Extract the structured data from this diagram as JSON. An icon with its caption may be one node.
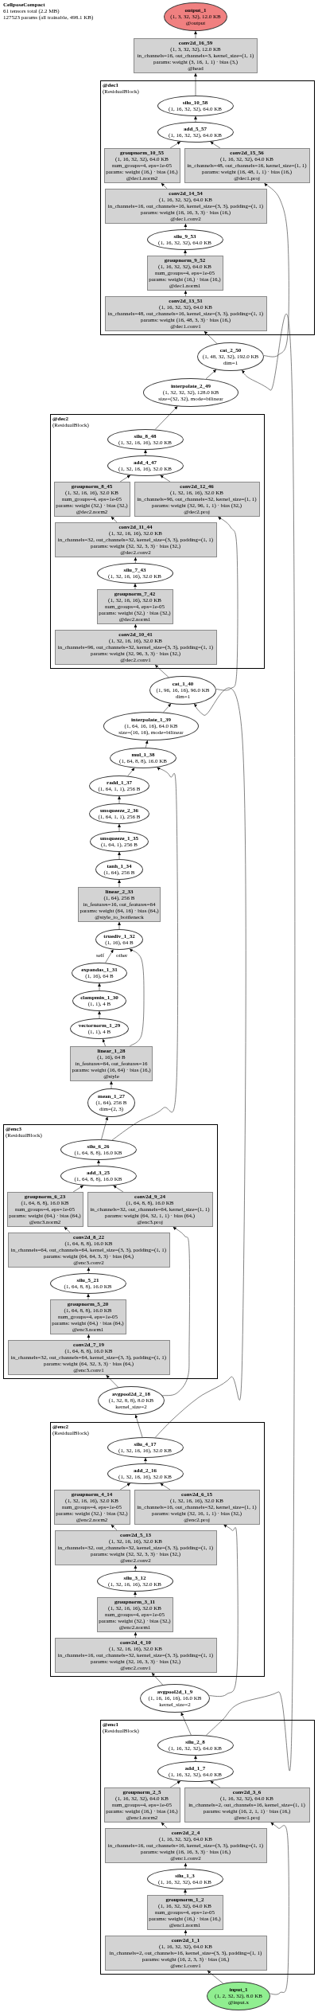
{
  "diagram": {
    "title": "CellposeCompact",
    "labels": [
      "61 tensors total (2.2 MB)",
      "127523 params (all trainable, 498.1 KB)"
    ],
    "nodes": [
      {
        "text": [
          "output_1",
          "(1, 3, 32, 32), 12.0 KB",
          "@output"
        ]
      },
      {
        "text": [
          "conv2d_16_59",
          "(1, 3, 32, 32), 12.0 KB",
          "in_channels=16, out_channels=3, kernel_size=(1, 1)",
          "params: weight (3, 16, 1, 1) · bias (3,)",
          "@head"
        ]
      },
      {
        "text": [
          "@dec1",
          "(ResidualBlock)"
        ]
      },
      {
        "text": [
          "silu_10_58",
          "(1, 16, 32, 32), 64.0 KB"
        ],
        "in": 2
      },
      {
        "text": [
          "add_5_57",
          "(1, 16, 32, 32), 64.0 KB"
        ],
        "in": 2
      },
      {
        "text": [
          "groupnorm_10_55",
          "(1, 16, 32, 32), 64.0 KB",
          "num_groups=4, eps=1e-05",
          "params: weight (16,) · bias (16,)",
          "@dec1.norm2"
        ],
        "in": 2
      },
      {
        "text": [
          "conv2d_15_56",
          "(1, 16, 32, 32), 64.0 KB",
          "in_channels=48, out_channels=16, kernel_size=(1, 1)",
          "params: weight (16, 48, 1, 1) · bias (16,)",
          "@dec1.proj"
        ],
        "in": 2
      },
      {
        "text": [
          "conv2d_14_54",
          "(1, 16, 32, 32), 64.0 KB",
          "in_channels=16, out_channels=16, kernel_size=(3, 3), padding=(1, 1)",
          "params: weight (16, 16, 3, 3) · bias (16,)",
          "@dec1.conv2"
        ],
        "in": 2
      },
      {
        "text": [
          "silu_9_53",
          "(1, 16, 32, 32), 64.0 KB"
        ],
        "in": 2
      },
      {
        "text": [
          "groupnorm_9_52",
          "(1, 16, 32, 32), 64.0 KB",
          "num_groups=4, eps=1e-05",
          "params: weight (16,) · bias (16,)",
          "@dec1.norm1"
        ],
        "in": 2
      },
      {
        "text": [
          "conv2d_13_51",
          "(1, 16, 32, 32), 64.0 KB",
          "in_channels=48, out_channels=16, kernel_size=(3, 3), padding=(1, 1)",
          "params: weight (16, 48, 3, 3) · bias (16,)",
          "@dec1.conv1"
        ],
        "in": 2
      },
      {
        "text": [
          "cat_2_50",
          "(1, 48, 32, 32), 192.0 KB",
          "dim=1"
        ]
      },
      {
        "text": [
          "interpolate_2_49",
          "(1, 32, 32, 32), 128.0 KB",
          "size=(32, 32), mode=bilinear"
        ]
      },
      {
        "text": [
          "@dec2",
          "(ResidualBlock)"
        ]
      },
      {
        "text": [
          "silu_8_48",
          "(1, 32, 16, 16), 32.0 KB"
        ],
        "in": 13
      },
      {
        "text": [
          "add_4_47",
          "(1, 32, 16, 16), 32.0 KB"
        ],
        "in": 13
      },
      {
        "text": [
          "groupnorm_8_45",
          "(1, 32, 16, 16), 32.0 KB",
          "num_groups=4, eps=1e-05",
          "params: weight (32,) · bias (32,)",
          "@dec2.norm2"
        ],
        "in": 13
      },
      {
        "text": [
          "conv2d_12_46",
          "(1, 32, 16, 16), 32.0 KB",
          "in_channels=96, out_channels=32, kernel_size=(1, 1)",
          "params: weight (32, 96, 1, 1) · bias (32,)",
          "@dec2.proj"
        ],
        "in": 13
      },
      {
        "text": [
          "conv2d_11_44",
          "(1, 32, 16, 16), 32.0 KB",
          "in_channels=32, out_channels=32, kernel_size=(3, 3), padding=(1, 1)",
          "params: weight (32, 32, 3, 3) · bias (32,)",
          "@dec2.conv2"
        ],
        "in": 13
      },
      {
        "text": [
          "silu_7_43",
          "(1, 32, 16, 16), 32.0 KB"
        ],
        "in": 13
      },
      {
        "text": [
          "groupnorm_7_42",
          "(1, 32, 16, 16), 32.0 KB",
          "num_groups=4, eps=1e-05",
          "params: weight (32,) · bias (32,)",
          "@dec2.norm1"
        ],
        "in": 13
      },
      {
        "text": [
          "conv2d_10_41",
          "(1, 32, 16, 16), 32.0 KB",
          "in_channels=96, out_channels=32, kernel_size=(3, 3), padding=(1, 1)",
          "params: weight (32, 96, 3, 3) · bias (32,)",
          "@dec2.conv1"
        ],
        "in": 13
      },
      {
        "text": [
          "cat_1_40",
          "(1, 96, 16, 16), 96.0 KB",
          "dim=1"
        ]
      },
      {
        "text": [
          "interpolate_1_39",
          "(1, 64, 16, 16), 64.0 KB",
          "size=(16, 16), mode=bilinear"
        ]
      },
      {
        "text": [
          "mul_1_38",
          "(1, 64, 8, 8), 16.0 KB"
        ]
      },
      {
        "text": [
          "radd_1_37",
          "(1, 64, 1, 1), 256 B"
        ]
      },
      {
        "text": [
          "unsqueeze_2_36",
          "(1, 64, 1, 1), 256 B"
        ]
      },
      {
        "text": [
          "unsqueeze_1_35",
          "(1, 64, 1), 256 B"
        ]
      },
      {
        "text": [
          "tanh_1_34",
          "(1, 64), 256 B"
        ]
      },
      {
        "text": [
          "linear_2_33",
          "(1, 64), 256 B",
          "in_features=16, out_features=64",
          "params: weight (64, 16) · bias (64,)",
          "@style_to_bottleneck"
        ]
      },
      {
        "text": [
          "truediv_1_32",
          "(1, 16), 64 B"
        ]
      },
      {
        "text": [
          "expandas_1_31",
          "(1, 16), 64 B"
        ]
      },
      {
        "text": [
          "clampmin_1_30",
          "(1, 1), 4 B"
        ]
      },
      {
        "text": [
          "vectornorm_1_29",
          "(1, 1), 4 B"
        ]
      },
      {
        "text": [
          "linear_1_28",
          "(1, 16), 64 B",
          "in_features=64, out_features=16",
          "params: weight (16, 64) · bias (16,)",
          "@style"
        ]
      },
      {
        "text": [
          "mean_1_27",
          "(1, 64), 256 B",
          "dim=(2, 3)"
        ]
      },
      {
        "text": [
          "@enc3",
          "(ResidualBlock)"
        ]
      },
      {
        "text": [
          "silu_6_26",
          "(1, 64, 8, 8), 16.0 KB"
        ],
        "in": 36
      },
      {
        "text": [
          "add_3_25",
          "(1, 64, 8, 8), 16.0 KB"
        ],
        "in": 36
      },
      {
        "text": [
          "groupnorm_6_23",
          "(1, 64, 8, 8), 16.0 KB",
          "num_groups=4, eps=1e-05",
          "params: weight (64,) · bias (64,)",
          "@enc3.norm2"
        ],
        "in": 36
      },
      {
        "text": [
          "conv2d_9_24",
          "(1, 64, 8, 8), 16.0 KB",
          "in_channels=32, out_channels=64, kernel_size=(1, 1)",
          "params: weight (64, 32, 1, 1) · bias (64,)",
          "@enc3.proj"
        ],
        "in": 36
      },
      {
        "text": [
          "conv2d_8_22",
          "(1, 64, 8, 8), 16.0 KB",
          "in_channels=64, out_channels=64, kernel_size=(3, 3), padding=(1, 1)",
          "params: weight (64, 64, 3, 3) · bias (64,)",
          "@enc3.conv2"
        ],
        "in": 36
      },
      {
        "text": [
          "silu_5_21",
          "(1, 64, 8, 8), 16.0 KB"
        ],
        "in": 36
      },
      {
        "text": [
          "groupnorm_5_20",
          "(1, 64, 8, 8), 16.0 KB",
          "num_groups=4, eps=1e-05",
          "params: weight (64,) · bias (64,)",
          "@enc3.norm1"
        ],
        "in": 36
      },
      {
        "text": [
          "conv2d_7_19",
          "(1, 64, 8, 8), 16.0 KB",
          "in_channels=32, out_channels=64, kernel_size=(3, 3), padding=(1, 1)",
          "params: weight (64, 32, 3, 3) · bias (64,)",
          "@enc3.conv1"
        ],
        "in": 36
      },
      {
        "text": [
          "avgpool2d_2_18",
          "(1, 32, 8, 8), 8.0 KB",
          "kernel_size=2"
        ]
      },
      {
        "text": [
          "@enc2",
          "(ResidualBlock)"
        ]
      },
      {
        "text": [
          "silu_4_17",
          "(1, 32, 16, 16), 32.0 KB"
        ],
        "in": 46
      },
      {
        "text": [
          "add_2_16",
          "(1, 32, 16, 16), 32.0 KB"
        ],
        "in": 46
      },
      {
        "text": [
          "groupnorm_4_14",
          "(1, 32, 16, 16), 32.0 KB",
          "num_groups=4, eps=1e-05",
          "params: weight (32,) · bias (32,)",
          "@enc2.norm2"
        ],
        "in": 46
      },
      {
        "text": [
          "conv2d_6_15",
          "(1, 32, 16, 16), 32.0 KB",
          "in_channels=16, out_channels=32, kernel_size=(1, 1)",
          "params: weight (32, 16, 1, 1) · bias (32,)",
          "@enc2.proj"
        ],
        "in": 46
      },
      {
        "text": [
          "conv2d_5_13",
          "(1, 32, 16, 16), 32.0 KB",
          "in_channels=32, out_channels=32, kernel_size=(3, 3), padding=(1, 1)",
          "params: weight (32, 32, 3, 3) · bias (32,)",
          "@enc2.conv2"
        ],
        "in": 46
      },
      {
        "text": [
          "silu_3_12",
          "(1, 32, 16, 16), 32.0 KB"
        ],
        "in": 46
      },
      {
        "text": [
          "groupnorm_3_11",
          "(1, 32, 16, 16), 32.0 KB",
          "num_groups=4, eps=1e-05",
          "params: weight (32,) · bias (32,)",
          "@enc2.norm1"
        ],
        "in": 46
      },
      {
        "text": [
          "conv2d_4_10",
          "(1, 32, 16, 16), 32.0 KB",
          "in_channels=16, out_channels=32, kernel_size=(3, 3), padding=(1, 1)",
          "params: weight (32, 16, 3, 3) · bias (32,)",
          "@enc2.conv1"
        ],
        "in": 46
      },
      {
        "text": [
          "avgpool2d_1_9",
          "(1, 16, 16, 16), 16.0 KB",
          "kernel_size=2"
        ]
      },
      {
        "text": [
          "@enc1",
          "(ResidualBlock)"
        ]
      },
      {
        "text": [
          "silu_2_8",
          "(1, 16, 32, 32), 64.0 KB"
        ],
        "in": 56
      },
      {
        "text": [
          "add_1_7",
          "(1, 16, 32, 32), 64.0 KB"
        ],
        "in": 56
      },
      {
        "text": [
          "groupnorm_2_5",
          "(1, 16, 32, 32), 64.0 KB",
          "num_groups=4, eps=1e-05",
          "params: weight (16,) · bias (16,)",
          "@enc1.norm2"
        ],
        "in": 56
      },
      {
        "text": [
          "conv2d_3_6",
          "(1, 16, 32, 32), 64.0 KB",
          "in_channels=2, out_channels=16, kernel_size=(1, 1)",
          "params: weight (16, 2, 1, 1) · bias (16,)",
          "@enc1.proj"
        ],
        "in": 56
      },
      {
        "text": [
          "conv2d_2_4",
          "(1, 16, 32, 32), 64.0 KB",
          "in_channels=16, out_channels=16, kernel_size=(3, 3), padding=(1, 1)",
          "params: weight (16, 16, 3, 3) · bias (16,)",
          "@enc1.conv2"
        ],
        "in": 56
      },
      {
        "text": [
          "silu_1_3",
          "(1, 16, 32, 32), 64.0 KB"
        ],
        "in": 56
      },
      {
        "text": [
          "groupnorm_1_2",
          "(1, 16, 32, 32), 64.0 KB",
          "num_groups=4, eps=1e-05",
          "params: weight (16,) · bias (16,)",
          "@enc1.norm1"
        ],
        "in": 56
      },
      {
        "text": [
          "conv2d_1_1",
          "(1, 16, 32, 32), 64.0 KB",
          "in_channels=2, out_channels=16, kernel_size=(3, 3), padding=(1, 1)",
          "params: weight (16, 2, 3, 3) · bias (16,)",
          "@enc1.conv1"
        ],
        "in": 56
      },
      {
        "text": [
          "input_1",
          "(1, 2, 32, 32), 8.0 KB",
          "@input.x"
        ]
      }
    ],
    "edges": [
      {
        "from": 1,
        "to": 0,
        "arrow": "to"
      },
      {
        "from": 3,
        "to": 1,
        "arrow": "to"
      },
      {
        "from": 4,
        "to": 3,
        "arrow": "to"
      },
      {
        "from": 5,
        "to": 4,
        "arrow": "to"
      },
      {
        "from": 6,
        "to": 4,
        "arrow": "to"
      },
      {
        "from": 7,
        "to": 5,
        "arrow": "to"
      },
      {
        "from": 8,
        "to": 7,
        "arrow": "to"
      },
      {
        "from": 9,
        "to": 8,
        "arrow": "to"
      },
      {
        "from": 10,
        "to": 9,
        "arrow": "to"
      },
      {
        "from": 11,
        "to": 10,
        "arrow": "to"
      },
      {
        "from": 11,
        "to": 6,
        "arrow": "to"
      },
      {
        "from": 12,
        "to": 11,
        "arrow": "to"
      },
      {
        "from": 57,
        "to": 11,
        "arrow": "to"
      },
      {
        "from": 14,
        "to": 12,
        "arrow": "to"
      },
      {
        "from": 15,
        "to": 14,
        "arrow": "to"
      },
      {
        "from": 16,
        "to": 15,
        "arrow": "to"
      },
      {
        "from": 17,
        "to": 15,
        "arrow": "to"
      },
      {
        "from": 18,
        "to": 16,
        "arrow": "to"
      },
      {
        "from": 19,
        "to": 18,
        "arrow": "to"
      },
      {
        "from": 20,
        "to": 19,
        "arrow": "to"
      },
      {
        "from": 21,
        "to": 20,
        "arrow": "to"
      },
      {
        "from": 22,
        "to": 21,
        "arrow": "to"
      },
      {
        "from": 22,
        "to": 17,
        "arrow": "to"
      },
      {
        "from": 23,
        "to": 22,
        "arrow": "to"
      },
      {
        "from": 47,
        "to": 22,
        "arrow": "to"
      },
      {
        "from": 24,
        "to": 23,
        "arrow": "to"
      },
      {
        "from": 25,
        "to": 24,
        "arrow": "to"
      },
      {
        "from": 37,
        "to": 24,
        "arrow": "to"
      },
      {
        "from": 26,
        "to": 25,
        "arrow": "to"
      },
      {
        "from": 27,
        "to": 26,
        "arrow": "to"
      },
      {
        "from": 28,
        "to": 27,
        "arrow": "to"
      },
      {
        "from": 29,
        "to": 28,
        "arrow": "to"
      },
      {
        "from": 30,
        "to": 29,
        "arrow": "to"
      },
      {
        "from": 31,
        "to": 30,
        "arrow": "to",
        "label": "self"
      },
      {
        "from": 34,
        "to": 30,
        "arrow": "to",
        "label": "other"
      },
      {
        "from": 32,
        "to": 31,
        "arrow": "to"
      },
      {
        "from": 33,
        "to": 32,
        "arrow": "to"
      },
      {
        "from": 34,
        "to": 33,
        "arrow": "to"
      },
      {
        "from": 35,
        "to": 34,
        "arrow": "to"
      },
      {
        "from": 37,
        "to": 35,
        "arrow": "to"
      },
      {
        "from": 38,
        "to": 37,
        "arrow": "to"
      },
      {
        "from": 39,
        "to": 38,
        "arrow": "to"
      },
      {
        "from": 40,
        "to": 38,
        "arrow": "to"
      },
      {
        "from": 41,
        "to": 39,
        "arrow": "to"
      },
      {
        "from": 42,
        "to": 41,
        "arrow": "to"
      },
      {
        "from": 43,
        "to": 42,
        "arrow": "to"
      },
      {
        "from": 44,
        "to": 43,
        "arrow": "to"
      },
      {
        "from": 45,
        "to": 44,
        "arrow": "to"
      },
      {
        "from": 45,
        "to": 40,
        "arrow": "to"
      },
      {
        "from": 47,
        "to": 45,
        "arrow": "to"
      },
      {
        "from": 48,
        "to": 47,
        "arrow": "to"
      },
      {
        "from": 49,
        "to": 48,
        "arrow": "to"
      },
      {
        "from": 50,
        "to": 48,
        "arrow": "to"
      },
      {
        "from": 51,
        "to": 49,
        "arrow": "to"
      },
      {
        "from": 52,
        "to": 51,
        "arrow": "to"
      },
      {
        "from": 53,
        "to": 52,
        "arrow": "to"
      },
      {
        "from": 54,
        "to": 53,
        "arrow": "to"
      },
      {
        "from": 55,
        "to": 54,
        "arrow": "to"
      },
      {
        "from": 55,
        "to": 50,
        "arrow": "to"
      },
      {
        "from": 57,
        "to": 55,
        "arrow": "to"
      },
      {
        "from": 58,
        "to": 57,
        "arrow": "to"
      },
      {
        "from": 59,
        "to": 58,
        "arrow": "to"
      },
      {
        "from": 60,
        "to": 58,
        "arrow": "to"
      },
      {
        "from": 61,
        "to": 59,
        "arrow": "to"
      },
      {
        "from": 62,
        "to": 61,
        "arrow": "to"
      },
      {
        "from": 63,
        "to": 62,
        "arrow": "to"
      },
      {
        "from": 64,
        "to": 63,
        "arrow": "to"
      },
      {
        "from": 65,
        "to": 64,
        "arrow": "to"
      },
      {
        "from": 65,
        "to": 60,
        "arrow": "to"
      }
    ]
  }
}
